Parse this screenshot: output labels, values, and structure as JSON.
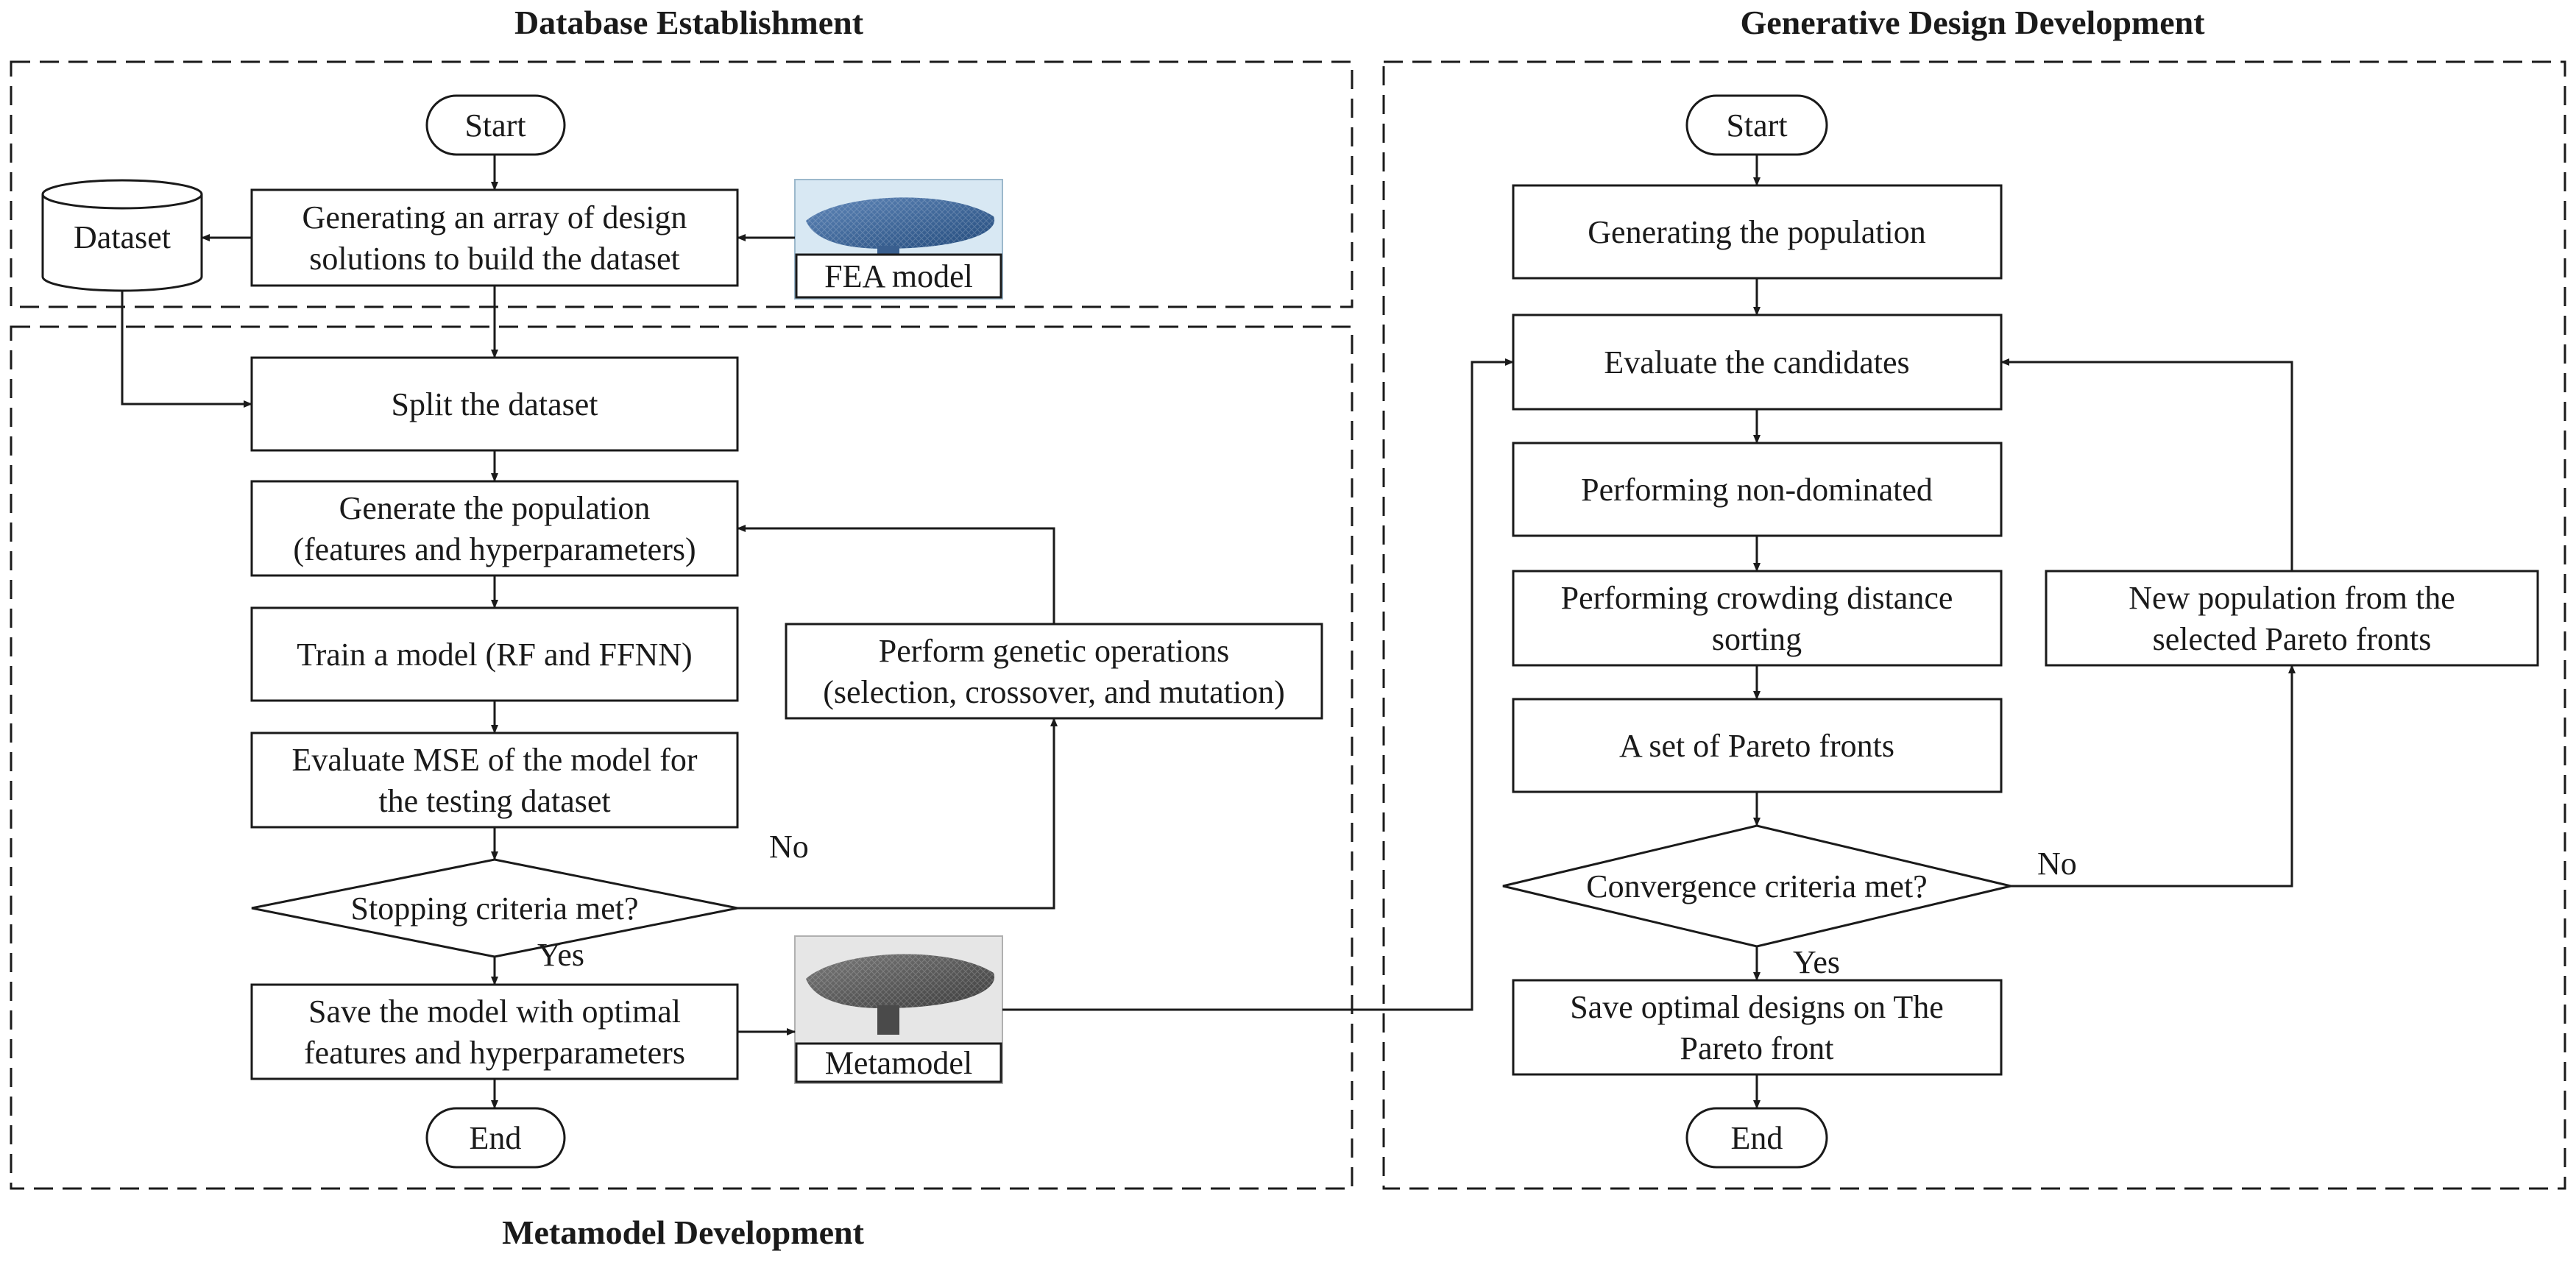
{
  "titles": {
    "database": "Database Establishment",
    "generative": "Generative Design Development",
    "metamodel": "Metamodel Development"
  },
  "nodes": {
    "start_left": [
      "Start"
    ],
    "dataset": [
      "Dataset"
    ],
    "generate_array": [
      "Generating an array of design",
      "solutions to build the dataset"
    ],
    "fea_model": [
      "FEA model"
    ],
    "split": [
      "Split the dataset"
    ],
    "gen_population_left": [
      "Generate the population",
      "(features and hyperparameters)"
    ],
    "train": [
      "Train a model (RF and FFNN)"
    ],
    "evaluate_mse": [
      "Evaluate MSE of the model for",
      "the testing dataset"
    ],
    "stopping": [
      "Stopping criteria met?"
    ],
    "genetic_ops": [
      "Perform genetic operations",
      "(selection, crossover, and mutation)"
    ],
    "save_model": [
      "Save the model with optimal",
      "features and hyperparameters"
    ],
    "metamodel": [
      "Metamodel"
    ],
    "end_left": [
      "End"
    ],
    "start_right": [
      "Start"
    ],
    "gen_population_right": [
      "Generating the population"
    ],
    "evaluate_candidates": [
      "Evaluate the candidates"
    ],
    "non_dominated": [
      "Performing non-dominated"
    ],
    "crowding": [
      "Performing crowding distance",
      "sorting"
    ],
    "pareto_set": [
      "A set of Pareto fronts"
    ],
    "convergence": [
      "Convergence criteria met?"
    ],
    "new_population": [
      "New population from the",
      "selected Pareto fronts"
    ],
    "save_designs": [
      "Save optimal designs on The",
      "Pareto front"
    ],
    "end_right": [
      "End"
    ]
  },
  "labels": {
    "no_left": "No",
    "yes_left": "Yes",
    "no_right": "No",
    "yes_right": "Yes"
  }
}
